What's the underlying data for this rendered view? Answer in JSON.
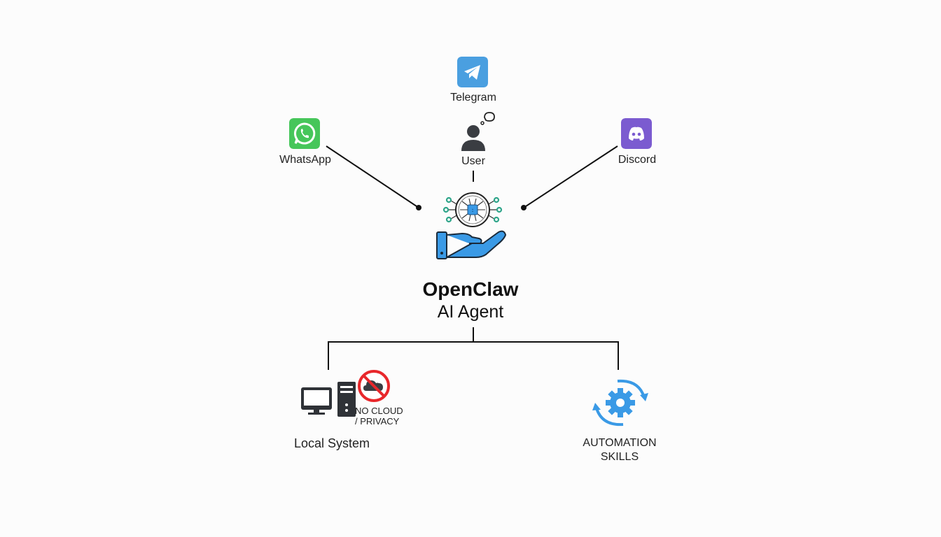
{
  "center": {
    "title": "OpenClaw",
    "subtitle": "AI Agent",
    "icon": "ai-brain-hand-icon"
  },
  "user": {
    "label": "User",
    "icon": "user-thought-icon"
  },
  "channels": [
    {
      "label": "Telegram",
      "icon": "telegram-icon",
      "color": "#4a9fe0"
    },
    {
      "label": "WhatsApp",
      "icon": "whatsapp-icon",
      "color": "#46c65a"
    },
    {
      "label": "Discord",
      "icon": "discord-icon",
      "color": "#7b5bd0"
    }
  ],
  "outputs": [
    {
      "label": "Local System",
      "icon": "computer-icon",
      "badge_icon": "no-cloud-icon",
      "badge_text_1": "NO CLOUD",
      "badge_text_2": "/ PRIVACY",
      "badge_color": "#e8272b"
    },
    {
      "label_1": "AUTOMATION",
      "label_2": "SKILLS",
      "icon": "gear-cycle-icon",
      "color": "#3a9ae6"
    }
  ],
  "colors": {
    "hand": "#3a9ae6",
    "circuit_node": "#2fa58a",
    "chip": "#3a9ae6",
    "line": "#111111"
  }
}
